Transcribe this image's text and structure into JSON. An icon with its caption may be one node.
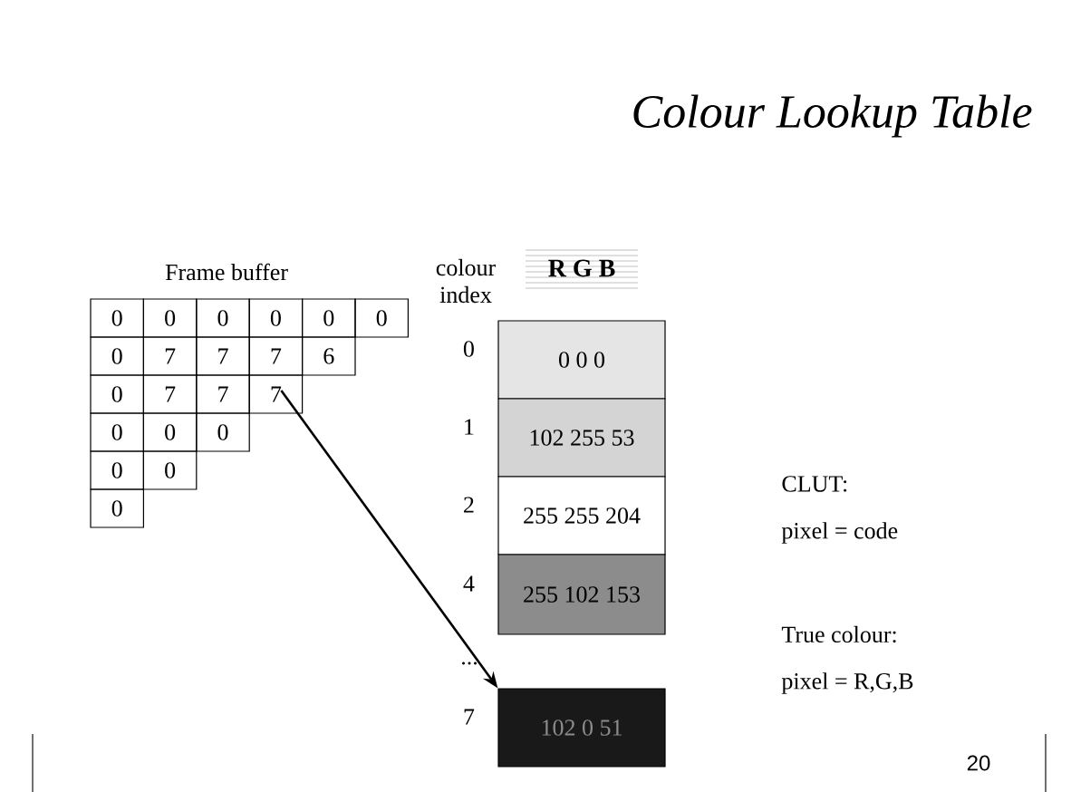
{
  "diagram": {
    "title": "Colour Lookup Table",
    "nodes": [
      {
        "text": [
          "0"
        ]
      },
      {
        "text": [
          "0"
        ]
      },
      {
        "text": [
          "0"
        ]
      },
      {
        "text": [
          "0"
        ]
      },
      {
        "text": [
          "0"
        ]
      },
      {
        "text": [
          "0"
        ]
      },
      {
        "text": [
          "0"
        ]
      },
      {
        "text": [
          "7"
        ]
      },
      {
        "text": [
          "7"
        ]
      },
      {
        "text": [
          "7"
        ]
      },
      {
        "text": [
          "6"
        ]
      },
      {
        "text": [
          "0"
        ]
      },
      {
        "text": [
          "7"
        ]
      },
      {
        "text": [
          "7"
        ]
      },
      {
        "text": [
          "7"
        ]
      },
      {
        "text": [
          "0"
        ]
      },
      {
        "text": [
          "0"
        ]
      },
      {
        "text": [
          "0"
        ]
      },
      {
        "text": [
          "0"
        ]
      },
      {
        "text": [
          "0"
        ]
      },
      {
        "text": [
          "0"
        ]
      },
      {
        "text": [
          "0 0 0"
        ],
        "beside": [
          "0"
        ]
      },
      {
        "text": [
          "102 255 53"
        ],
        "beside": [
          "1"
        ]
      },
      {
        "text": [
          "255 255 204"
        ],
        "beside": [
          "2"
        ]
      },
      {
        "text": [
          "255 102 153"
        ],
        "beside": [
          "4"
        ]
      },
      {
        "text": [
          "102 0 51"
        ],
        "beside": [
          "7"
        ]
      }
    ],
    "edges": [
      {
        "from": 14,
        "to": 25,
        "arrow": "to"
      }
    ],
    "labels": [
      "Frame buffer",
      "colour index",
      "R G B",
      "...",
      "CLUT:",
      "pixel = code",
      "True colour:",
      "pixel = R,G,B",
      "20"
    ]
  }
}
